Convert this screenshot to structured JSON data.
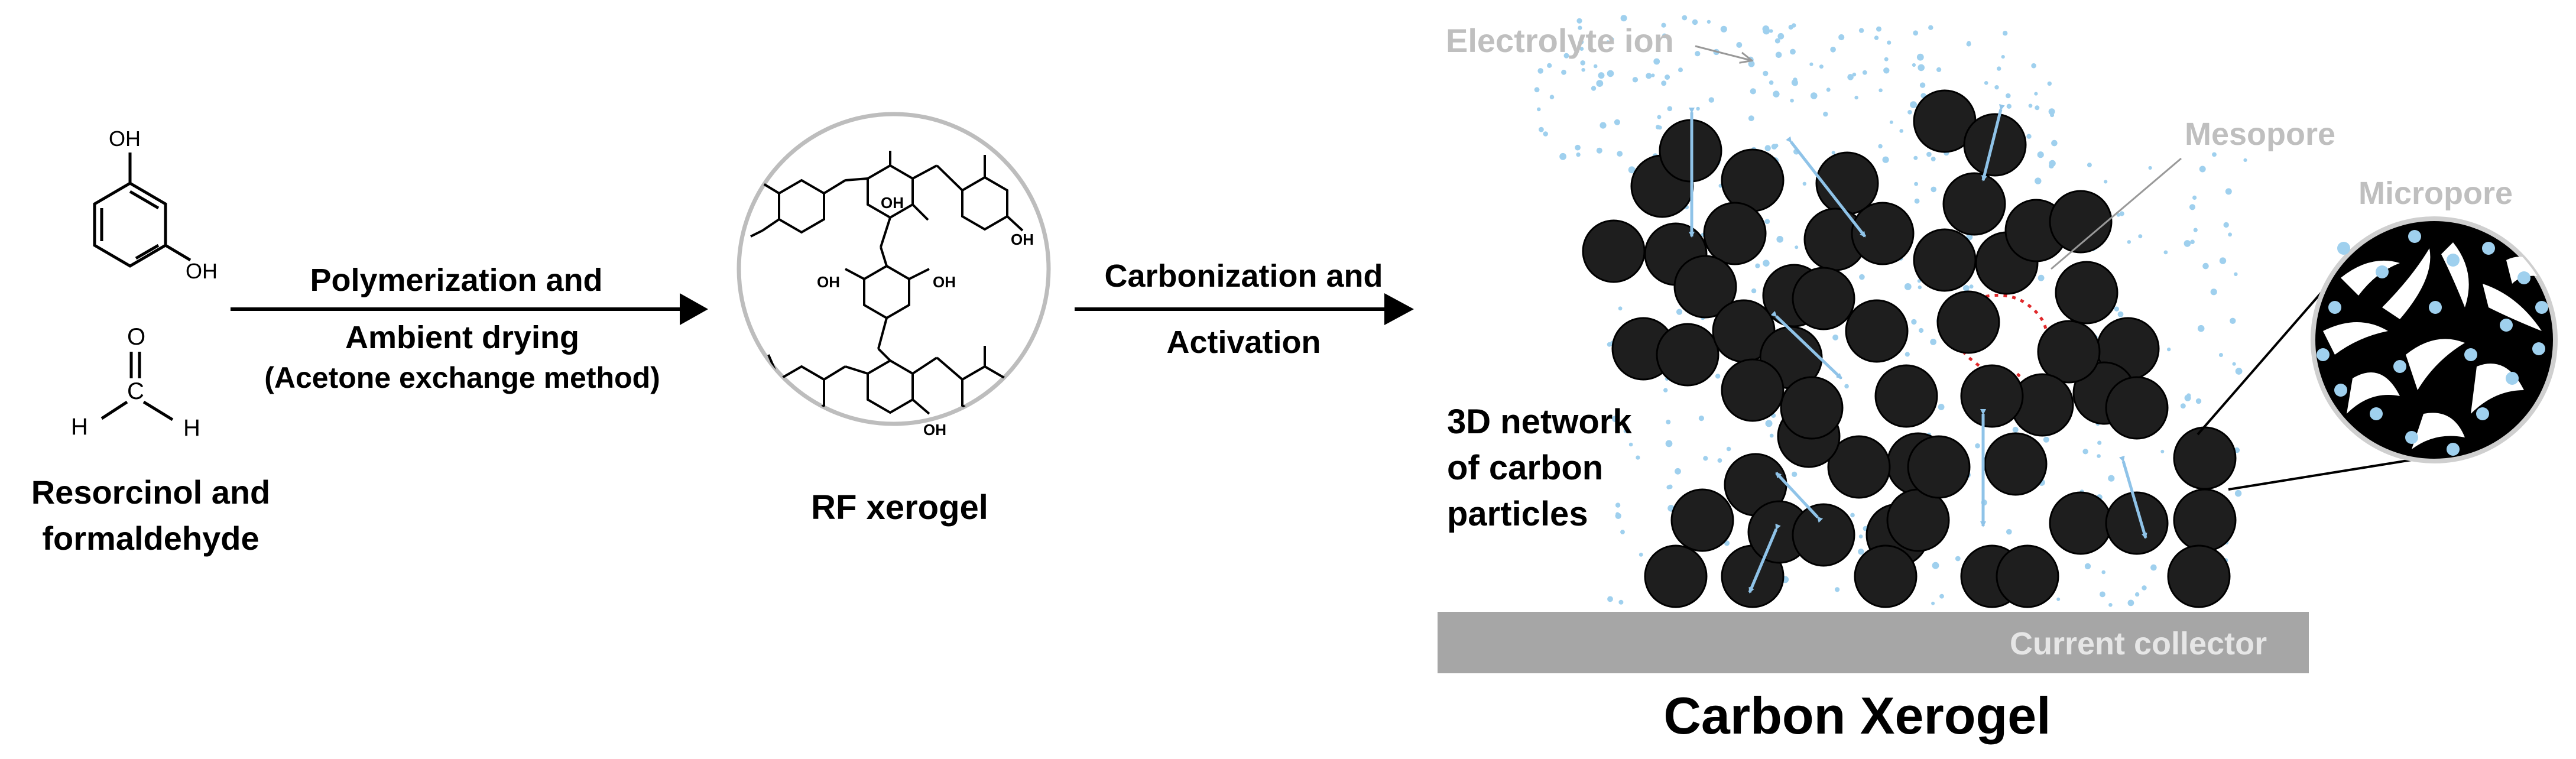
{
  "stage1": {
    "oh_top": "OH",
    "oh_right": "OH",
    "o_atom": "O",
    "c_atom": "C",
    "h_left": "H",
    "h_right": "H",
    "name_line1": "Resorcinol and",
    "name_line2": "formaldehyde"
  },
  "arrow1": {
    "line1": "Polymerization and",
    "line2": "Ambient drying",
    "line3": "(Acetone exchange method)"
  },
  "stage2": {
    "label": "RF xerogel",
    "oh_label": "OH"
  },
  "arrow2": {
    "line1": "Carbonization and",
    "line2": "Activation"
  },
  "stage3": {
    "electrolyte_ion": "Electrolyte ion",
    "mesopore": "Mesopore",
    "micropore": "Micropore",
    "network_line1": "3D network",
    "network_line2": "of carbon",
    "network_line3": "particles",
    "current_collector": "Current collector",
    "title": "Carbon Xerogel"
  },
  "colors": {
    "particle": "#1e1e1e",
    "ion": "#9fd0ee",
    "ion_arrow": "#8fc3e8",
    "annotation_gray": "#bfbfbf",
    "collector": "#a6a6a6",
    "mesopore_outline": "#e0282a"
  }
}
